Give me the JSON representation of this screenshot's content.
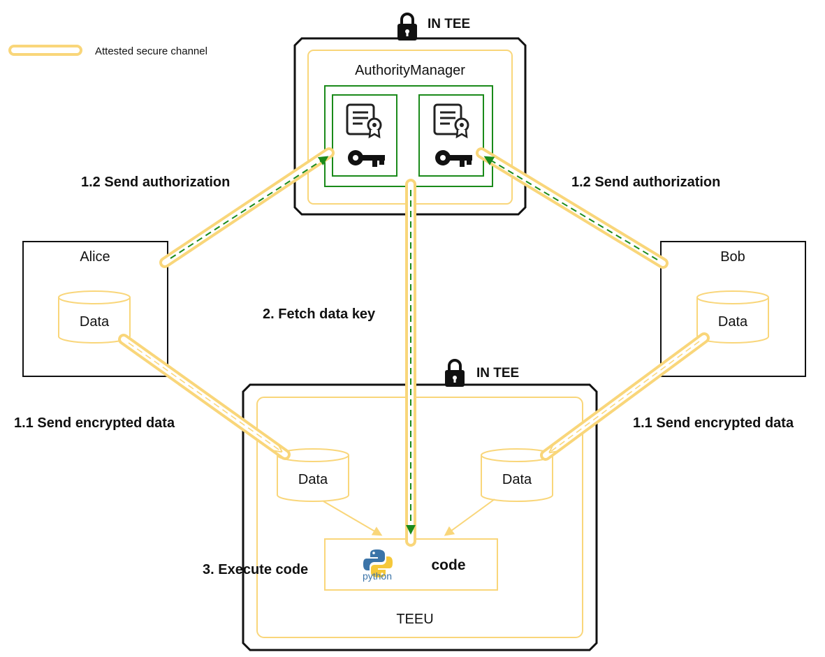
{
  "legend": {
    "label": "Attested secure channel"
  },
  "tee_top": {
    "badge": "IN TEE",
    "title": "AuthorityManager"
  },
  "tee_bottom": {
    "badge": "IN TEE",
    "title": "TEEU"
  },
  "alice": {
    "name": "Alice",
    "data": "Data"
  },
  "bob": {
    "name": "Bob",
    "data": "Data"
  },
  "teeu": {
    "data_left": "Data",
    "data_right": "Data",
    "code_label": "code",
    "python_label": "python"
  },
  "steps": {
    "send_auth_left": "1.2 Send authorization",
    "send_auth_right": "1.2 Send authorization",
    "fetch_key": "2. Fetch data key",
    "send_data_left": "1.1 Send encrypted data",
    "send_data_right": "1.1 Send encrypted data",
    "execute": "3. Execute code"
  },
  "colors": {
    "channel": "#f9d67a",
    "channel_inner": "#ffffff",
    "tee_border": "#111111",
    "inner_border": "#f9d67a",
    "key_box": "#1a8a1a",
    "arrow_green": "#1a8a1a",
    "python_blue": "#3b74a8",
    "python_yellow": "#f5c83a"
  }
}
